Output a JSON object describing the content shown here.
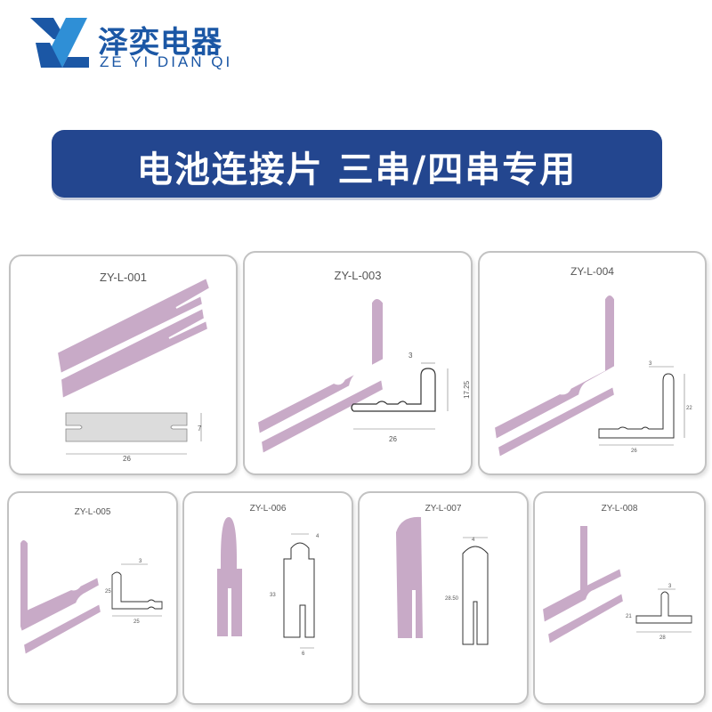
{
  "brand": {
    "name_cn": "泽奕电器",
    "name_en": "ZE YI DIAN QI",
    "colors": {
      "primary": "#1b57a5",
      "accent": "#2f8fd6"
    }
  },
  "banner": {
    "title": "电池连接片 三串/四串专用",
    "bg_color": "#23468f"
  },
  "products": [
    {
      "model": "ZY-L-001",
      "dims": [
        "7",
        "26"
      ]
    },
    {
      "model": "ZY-L-003",
      "dims": [
        "3",
        "17.25",
        "26"
      ]
    },
    {
      "model": "ZY-L-004",
      "dims": [
        "3",
        "22",
        "26"
      ]
    },
    {
      "model": "ZY-L-005",
      "dims": [
        "3",
        "25",
        "25"
      ]
    },
    {
      "model": "ZY-L-006",
      "dims": [
        "4",
        "33",
        "6"
      ]
    },
    {
      "model": "ZY-L-007",
      "dims": [
        "4",
        "28.50"
      ]
    },
    {
      "model": "ZY-L-008",
      "dims": [
        "3",
        "21",
        "28"
      ]
    }
  ],
  "colors": {
    "plate": "#c8aac7",
    "plate_edge": "#ffffff",
    "outline": "#333333"
  }
}
